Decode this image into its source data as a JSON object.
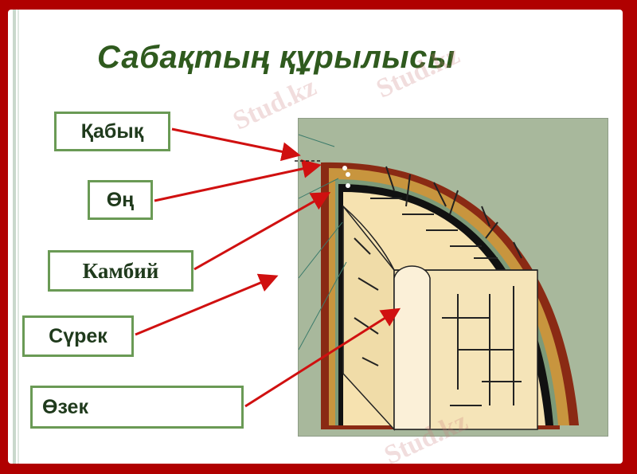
{
  "title": "Сабақтың құрылысы",
  "labels": [
    {
      "text": "Қабық",
      "target": "bark"
    },
    {
      "text": "Өң",
      "target": "phloem"
    },
    {
      "text": "Камбий",
      "target": "cambium"
    },
    {
      "text": "Сүрек",
      "target": "wood"
    },
    {
      "text": "Өзек",
      "target": "pith"
    }
  ],
  "watermark": "Stud.kz",
  "colors": {
    "frame": "#b00000",
    "title": "#2f5a1e",
    "label_border": "#6a9a55",
    "arrow": "#d01010",
    "diagram_bg": "#a8b89c",
    "bark": "#8a2a14",
    "phloem": "#c8953e",
    "cambium": "#111111",
    "wood": "#f6e2b0"
  }
}
